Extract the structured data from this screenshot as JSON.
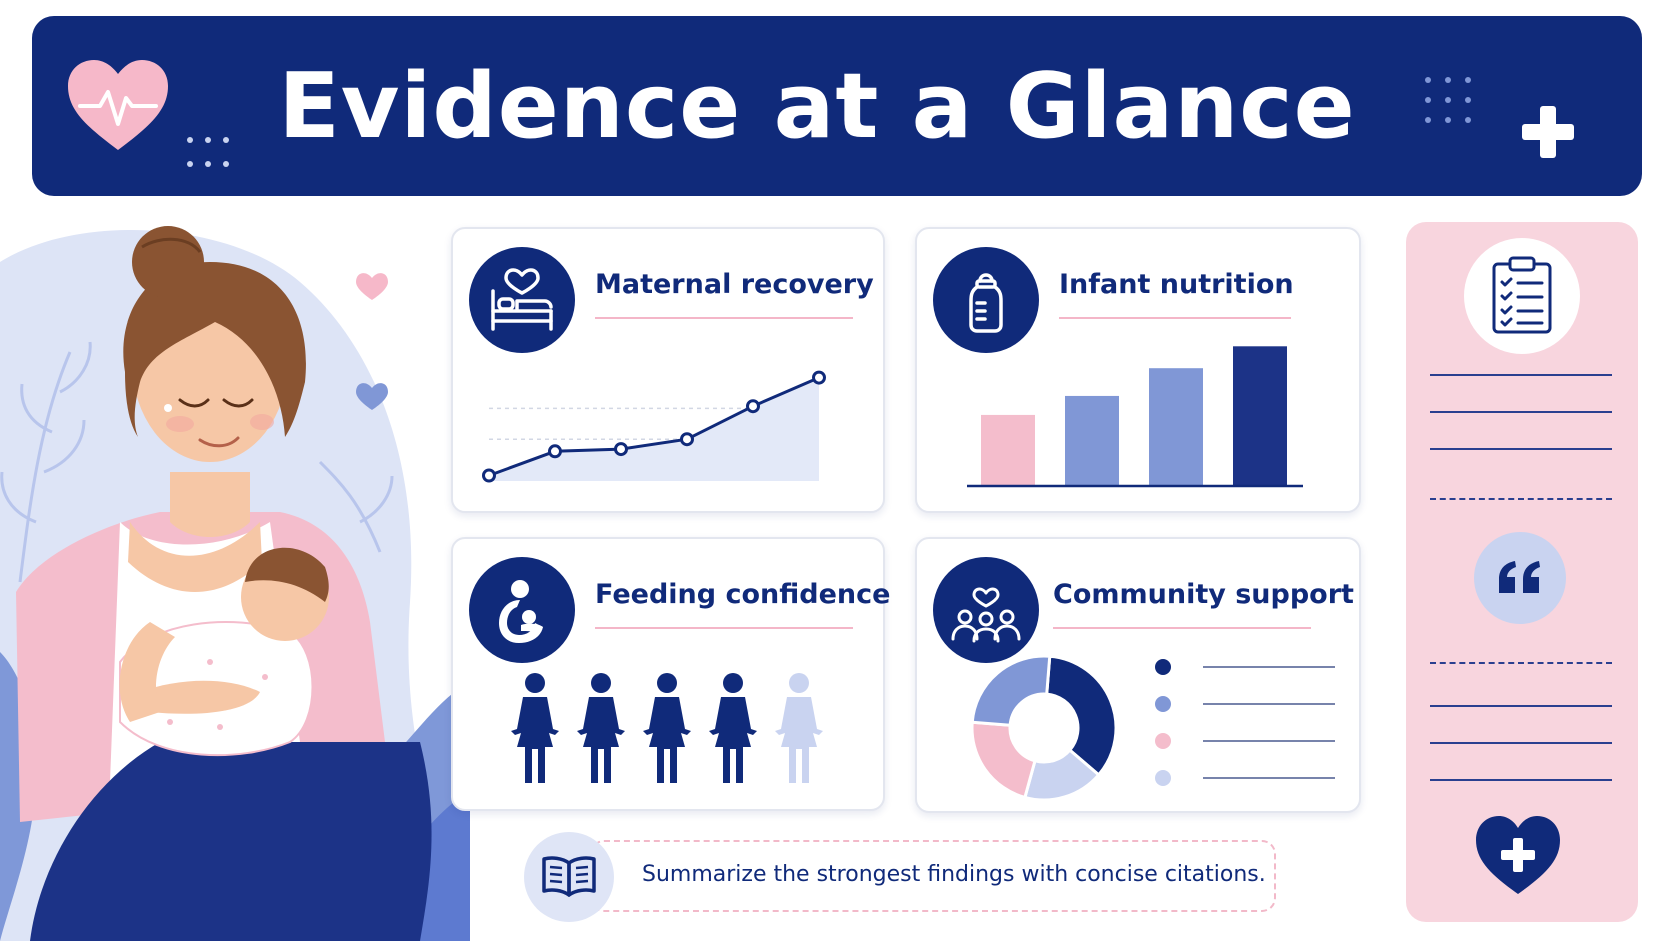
{
  "header": {
    "title": "Evidence at a Glance"
  },
  "icons": {
    "header_left": "heart-pulse-icon",
    "header_right": "plus-icon",
    "maternal": "bed-heart-icon",
    "infant": "baby-bottle-icon",
    "feeding": "breastfeeding-icon",
    "community": "people-heart-icon",
    "prompt": "open-book-icon",
    "side_top": "clipboard-checklist-icon",
    "side_middle": "quote-icon",
    "side_bottom": "heart-plus-icon"
  },
  "cards": [
    {
      "title": "Maternal recovery"
    },
    {
      "title": "Infant nutrition"
    },
    {
      "title": "Feeding confidence"
    },
    {
      "title": "Community support"
    }
  ],
  "prompt": {
    "text": "Summarize the strongest findings with concise citations."
  },
  "colors": {
    "navy": "#102a7a",
    "periwinkle": "#8097d6",
    "pale_blue": "#c9d3f0",
    "pink": "#f4bdcc",
    "panel_pink": "#f8d5de"
  },
  "chart_data": [
    {
      "type": "line",
      "x": [
        1,
        2,
        3,
        4,
        5,
        6
      ],
      "values": [
        5,
        27,
        29,
        38,
        68,
        94
      ],
      "ylim": [
        0,
        100
      ],
      "grid": true
    },
    {
      "type": "bar",
      "values": [
        48,
        61,
        80,
        95
      ],
      "colors": [
        "#f4bdcc",
        "#8097d6",
        "#8097d6",
        "#1c3387"
      ],
      "ylim": [
        0,
        100
      ]
    },
    {
      "type": "pictogram",
      "total": 5,
      "filled": 4
    },
    {
      "type": "pie",
      "donut": true,
      "values": [
        35,
        18,
        22,
        25
      ],
      "colors": [
        "#102a7a",
        "#c9d3f0",
        "#f4bdcc",
        "#8097d6"
      ],
      "legend_colors": [
        "#102a7a",
        "#8097d6",
        "#f4bdcc",
        "#c9d3f0"
      ]
    }
  ]
}
